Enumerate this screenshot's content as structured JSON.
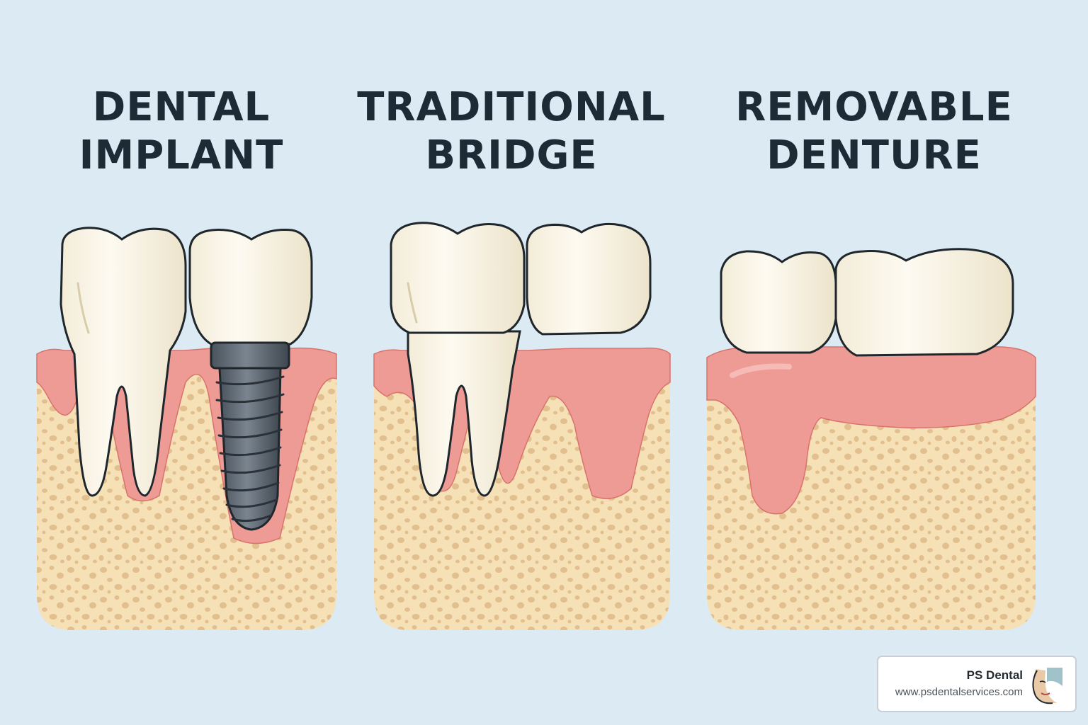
{
  "panels": [
    {
      "title_line1": "DENTAL",
      "title_line2": "IMPLANT"
    },
    {
      "title_line1": "TRADITIONAL",
      "title_line2": "BRIDGE"
    },
    {
      "title_line1": "REMOVABLE",
      "title_line2": "DENTURE"
    }
  ],
  "brand": {
    "name": "PS Dental",
    "url": "www.psdentalservices.com",
    "logo_icon": "ps-dental-face-logo"
  },
  "colors": {
    "background": "#dcebf3",
    "bone": "#f6e1b6",
    "bone_pores": "#dfb987",
    "gum": "#ee9a95",
    "tooth": "#fbf7ea",
    "implant_metal": "#5b6570",
    "outline": "#1f262c",
    "title": "#1c2b36"
  }
}
